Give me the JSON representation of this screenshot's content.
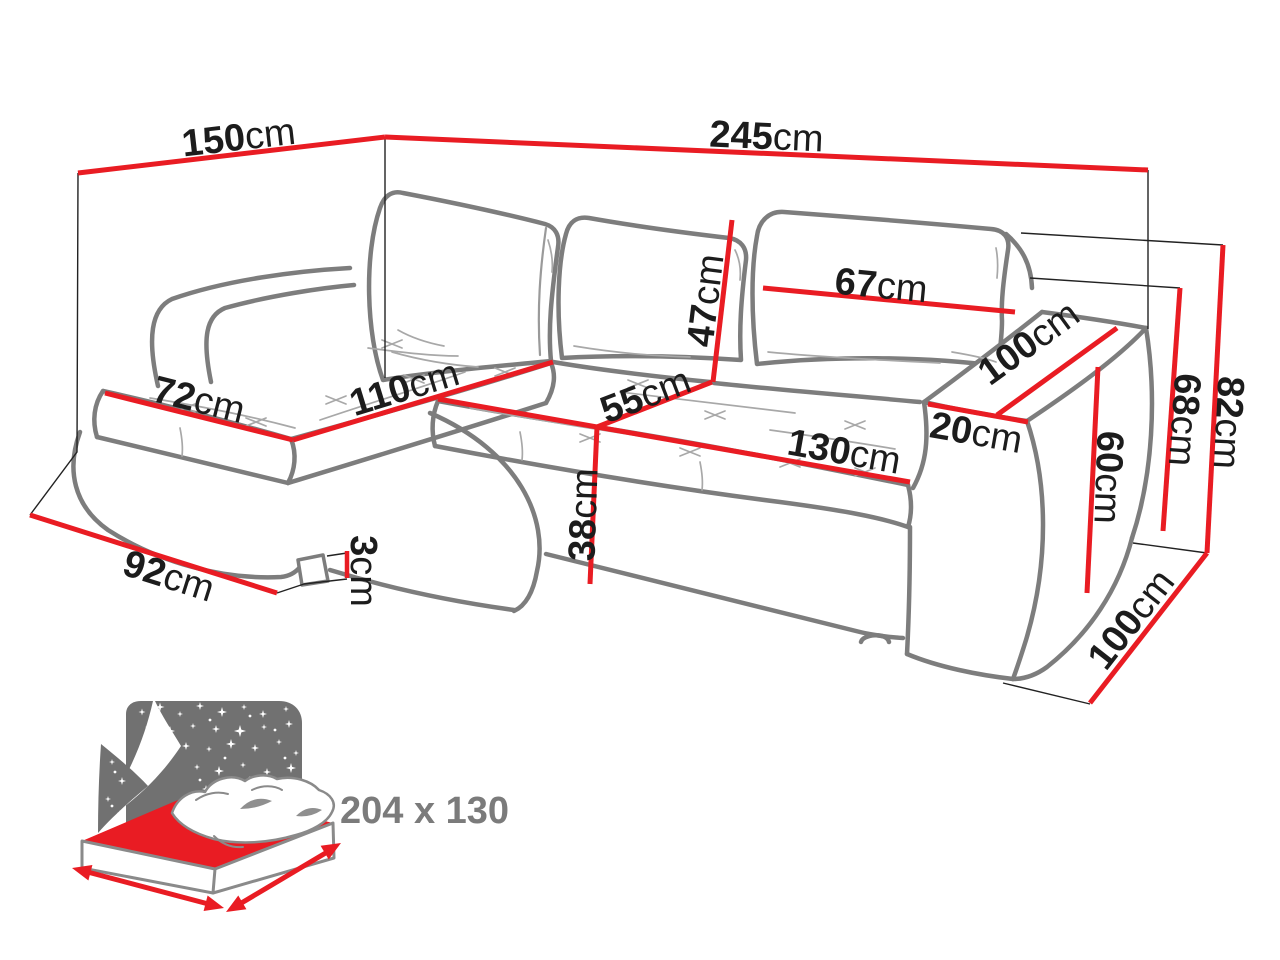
{
  "diagram": {
    "subject": "corner sofa bed dimension diagram",
    "colors": {
      "dimension_red": "#e91c23",
      "sofa_outline_gray": "#7d7d7d",
      "label_black": "#1c1c1c",
      "icon_gray": "#717171"
    },
    "dimensions": {
      "d150": {
        "value": "150",
        "unit": "cm"
      },
      "d245": {
        "value": "245",
        "unit": "cm"
      },
      "d110": {
        "value": "110",
        "unit": "cm"
      },
      "d72": {
        "value": "72",
        "unit": "cm"
      },
      "d55": {
        "value": "55",
        "unit": "cm"
      },
      "d47": {
        "value": "47",
        "unit": "cm"
      },
      "d38": {
        "value": "38",
        "unit": "cm"
      },
      "d130": {
        "value": "130",
        "unit": "cm"
      },
      "d67": {
        "value": "67",
        "unit": "cm"
      },
      "d100_armrest": {
        "value": "100",
        "unit": "cm"
      },
      "d20": {
        "value": "20",
        "unit": "cm"
      },
      "d60": {
        "value": "60",
        "unit": "cm"
      },
      "d68": {
        "value": "68",
        "unit": "cm"
      },
      "d82": {
        "value": "82",
        "unit": "cm"
      },
      "d92": {
        "value": "92",
        "unit": "cm"
      },
      "d3": {
        "value": "3",
        "unit": "cm"
      },
      "d100_depth": {
        "value": "100",
        "unit": "cm"
      }
    },
    "sleeping_area": {
      "text": "204 x 130"
    }
  }
}
